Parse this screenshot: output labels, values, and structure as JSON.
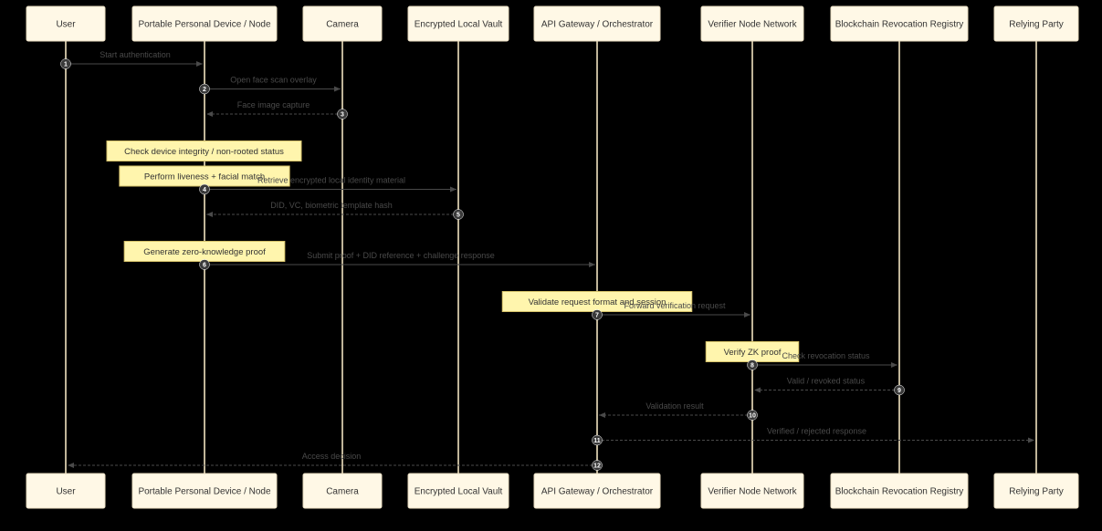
{
  "participants": [
    "User",
    "Portable Personal Device / Node",
    "Camera",
    "Encrypted Local Vault",
    "API Gateway / Orchestrator",
    "Verifier Node Network",
    "Blockchain Revocation Registry",
    "Relying Party"
  ],
  "steps": [
    {
      "kind": "msg",
      "num": "1",
      "from": 0,
      "to": 1,
      "label": "Start authentication",
      "style": "solid"
    },
    {
      "kind": "msg",
      "num": "2",
      "from": 1,
      "to": 2,
      "label": "Open face scan overlay",
      "style": "solid"
    },
    {
      "kind": "msg",
      "num": "3",
      "from": 2,
      "to": 1,
      "label": "Face image capture",
      "style": "dashed"
    },
    {
      "kind": "note",
      "over": [
        0,
        2
      ],
      "text": "Check device integrity / non-rooted status"
    },
    {
      "kind": "note",
      "over": [
        1,
        1
      ],
      "text": "Perform liveness + facial match"
    },
    {
      "kind": "msg",
      "num": "4",
      "from": 1,
      "to": 3,
      "label": "Retrieve encrypted local identity material",
      "style": "solid"
    },
    {
      "kind": "msg",
      "num": "5",
      "from": 3,
      "to": 1,
      "label": "DID, VC, biometric template hash",
      "style": "dashed"
    },
    {
      "kind": "note",
      "over": [
        1,
        1
      ],
      "text": "Generate zero-knowledge proof"
    },
    {
      "kind": "msg",
      "num": "6",
      "from": 1,
      "to": 4,
      "label": "Submit proof + DID reference + challenge response",
      "style": "solid"
    },
    {
      "kind": "note",
      "over": [
        4,
        4
      ],
      "text": "Validate request format and session"
    },
    {
      "kind": "msg",
      "num": "7",
      "from": 4,
      "to": 5,
      "label": "Forward verification request",
      "style": "solid"
    },
    {
      "kind": "note",
      "over": [
        5,
        5
      ],
      "text": "Verify ZK proof"
    },
    {
      "kind": "msg",
      "num": "8",
      "from": 5,
      "to": 6,
      "label": "Check revocation status",
      "style": "solid"
    },
    {
      "kind": "msg",
      "num": "9",
      "from": 6,
      "to": 5,
      "label": "Valid / revoked status",
      "style": "dashed"
    },
    {
      "kind": "msg",
      "num": "10",
      "from": 5,
      "to": 4,
      "label": "Validation result",
      "style": "dashed"
    },
    {
      "kind": "msg",
      "num": "11",
      "from": 4,
      "to": 7,
      "label": "Verified / rejected response",
      "style": "dashed"
    },
    {
      "kind": "msg",
      "num": "12",
      "from": 4,
      "to": 0,
      "label": "Access decision",
      "style": "dashed"
    }
  ]
}
